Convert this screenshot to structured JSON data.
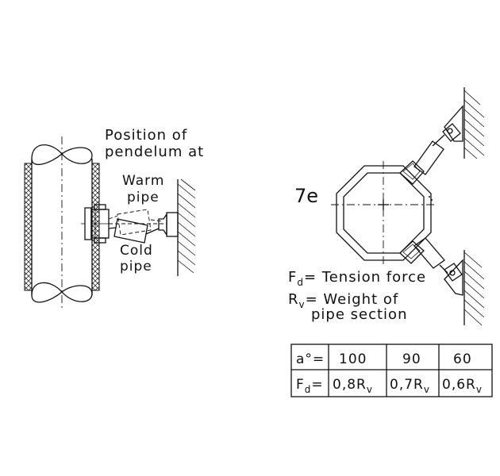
{
  "labels": {
    "position_line1": "Position of",
    "position_line2": "pendelum at",
    "warm_line1": "Warm",
    "warm_line2": "pipe",
    "cold_line1": "Cold",
    "cold_line2": "pipe",
    "figure_id": "7e",
    "fd_symbol": "F",
    "fd_sub": "d",
    "fd_desc": "= Tension force",
    "rv_symbol": "R",
    "rv_sub": "v",
    "rv_desc_line1": "= Weight of",
    "rv_desc_line2": "pipe section"
  },
  "table": {
    "row1": {
      "header": "a°=",
      "values": [
        "100",
        "90",
        "60"
      ]
    },
    "row2": {
      "header_symbol": "F",
      "header_sub": "d",
      "header_suffix": "=",
      "values": [
        {
          "coef": "0,8R",
          "sub": "v"
        },
        {
          "coef": "0,7R",
          "sub": "v"
        },
        {
          "coef": "0,6R",
          "sub": "v"
        }
      ]
    }
  },
  "colors": {
    "ink": "#111111",
    "background": "#ffffff"
  }
}
